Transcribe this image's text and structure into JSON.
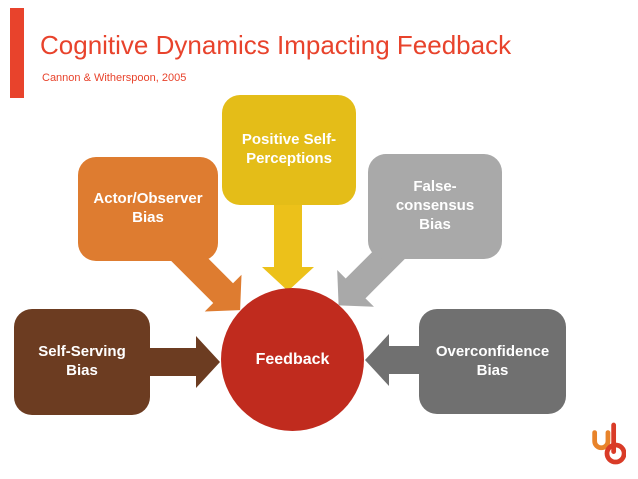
{
  "slide": {
    "title": "Cognitive Dynamics Impacting Feedback",
    "citation": "Cannon & Witherspoon, 2005",
    "colors": {
      "title": "#e8432c",
      "accent_bar": "#e8432c",
      "background": "#ffffff"
    }
  },
  "diagram": {
    "center": {
      "label": "Feedback",
      "color": "#c02b1e",
      "text_color": "#ffffff"
    },
    "nodes": [
      {
        "label": "Positive Self-Perceptions",
        "color": "#e4bd18",
        "text_color": "#ffffff"
      },
      {
        "label": "Actor/Observer Bias",
        "color": "#de7c30",
        "text_color": "#ffffff"
      },
      {
        "label": "False-consensus Bias",
        "color": "#a9a9a9",
        "text_color": "#ffffff"
      },
      {
        "label": "Self-Serving Bias",
        "color": "#6c3c21",
        "text_color": "#ffffff"
      },
      {
        "label": "Overconfidence Bias",
        "color": "#707070",
        "text_color": "#ffffff"
      }
    ],
    "arrows": [
      {
        "from": "Positive Self-Perceptions",
        "to": "Feedback",
        "color": "#ecc11a"
      },
      {
        "from": "Actor/Observer Bias",
        "to": "Feedback",
        "color": "#de7c30"
      },
      {
        "from": "False-consensus Bias",
        "to": "Feedback",
        "color": "#a9a9a9"
      },
      {
        "from": "Self-Serving Bias",
        "to": "Feedback",
        "color": "#6c3c21"
      },
      {
        "from": "Overconfidence Bias",
        "to": "Feedback",
        "color": "#707070"
      }
    ]
  },
  "logo": {
    "name": "presentation-logo",
    "primary_color": "#d93b27",
    "secondary_color": "#e8832a"
  }
}
